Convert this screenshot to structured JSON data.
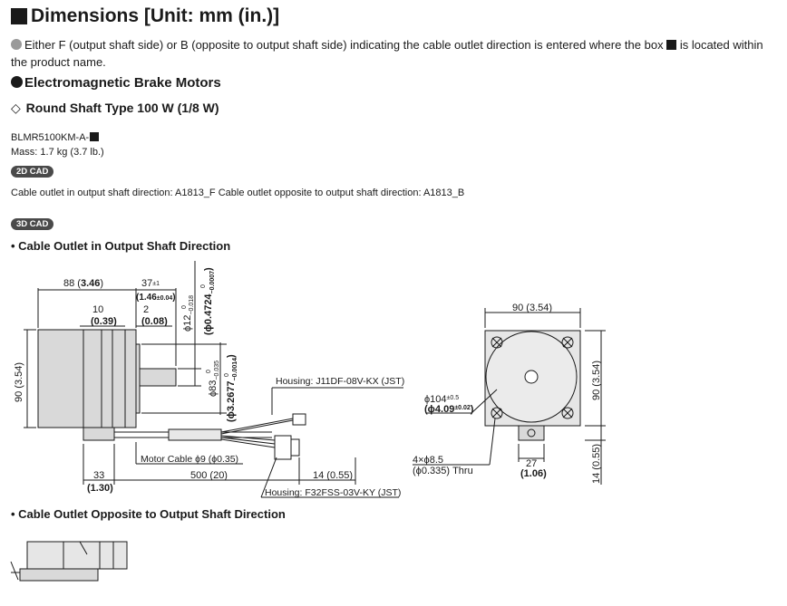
{
  "header": {
    "title": "Dimensions [Unit: mm (in.)]"
  },
  "note": {
    "text_before": "Either F (output shaft side) or B (opposite to output shaft side) indicating the cable outlet direction is entered where the box",
    "text_after": "is located within the product name."
  },
  "section": {
    "title": "Electromagnetic Brake Motors"
  },
  "type_heading": {
    "symbol": "◇",
    "text": "Round Shaft Type  100 W (1/8 W)"
  },
  "product": {
    "model": "BLMR5100KM-A-",
    "mass": "Mass: 1.7 kg (3.7 lb.)"
  },
  "badges": {
    "cad2d": "2D CAD",
    "cad3d": "3D CAD"
  },
  "cad_text": "Cable outlet in output shaft direction: A1813_F  Cable outlet opposite to output shaft direction: A1813_B",
  "views": {
    "output_shaft": "• Cable Outlet in Output Shaft Direction",
    "opposite": "• Cable Outlet Opposite to Output Shaft Direction"
  },
  "dims": {
    "d88": "88 (",
    "d88b": "3.46",
    "d88c": ")",
    "d37": "37",
    "d37t": "±1",
    "d37b": "(1.46",
    "d37bt": "±0.04",
    "d37c": ")",
    "d10": "10",
    "d10b": "(0.39)",
    "d2": "2",
    "d2b": "(0.08)",
    "d90l": "90 (3.54)",
    "phi12": "ϕ12",
    "phi12t": "−0.018",
    "phi12t0": "0",
    "phi12in": "(ϕ0.4724",
    "phi12int": "−0.0007",
    "phi12int0": "0",
    "phi12c": ")",
    "phi83": "ϕ83",
    "phi83t": "−0.035",
    "phi83t0": "0",
    "phi83in": "(ϕ3.2677",
    "phi83int": "−0.0014",
    "phi83int0": "0",
    "phi83c": ")",
    "housing1": "Housing: J11DF-08V-KX (JST)",
    "motor_cable": "Motor Cable ϕ9 (ϕ0.35)",
    "d33": "33",
    "d33b": "(1.30)",
    "d500": "500 (20)",
    "d14": "14 (0.55)",
    "housing2": "Housing: F32FSS-03V-KY (JST)",
    "d90t": "90 (3.54)",
    "d90r": "90 (3.54)",
    "phi104": "ϕ104",
    "phi104t": "±0.5",
    "phi104in": "(ϕ4.09",
    "phi104int": "±0.02",
    "phi104c": ")",
    "holes": "4×ϕ8.5",
    "holesb": "(ϕ0.335) Thru",
    "d27": "27",
    "d27b": "(1.06)",
    "d14v": "14 (0.55)"
  }
}
